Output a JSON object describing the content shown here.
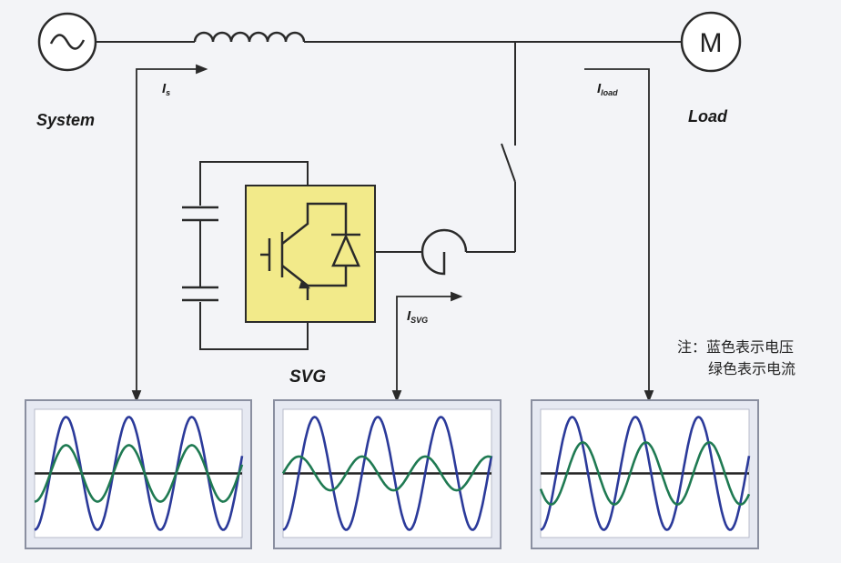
{
  "labels": {
    "system": "System",
    "load": "Load",
    "motor": "M",
    "svg": "SVG",
    "i_s_main": "I",
    "i_s_sub": "s",
    "i_load_main": "I",
    "i_load_sub": "load",
    "i_svg_main": "I",
    "i_svg_sub": "SVG"
  },
  "note": {
    "line1": "注：蓝色表示电压",
    "line2": "绿色表示电流"
  },
  "colors": {
    "background": "#f3f4f7",
    "line": "#2a2a2a",
    "svg_block": "#f2ea8a",
    "voltage_wave": "#2b3a9a",
    "current_wave": "#1f7a52",
    "panel_border": "#8a8fa0"
  },
  "scopes": [
    {
      "name": "system",
      "voltage_amp": 1.0,
      "voltage_cycles": 3.3,
      "current_amp": 0.5,
      "current_cycles": 3.3,
      "current_phase_deg": 0
    },
    {
      "name": "svg",
      "voltage_amp": 1.0,
      "voltage_cycles": 3.3,
      "current_amp": 0.3,
      "current_cycles": 3.3,
      "current_phase_deg": 90
    },
    {
      "name": "load",
      "voltage_amp": 1.0,
      "voltage_cycles": 3.3,
      "current_amp": 0.55,
      "current_cycles": 3.3,
      "current_phase_deg": -60
    }
  ]
}
